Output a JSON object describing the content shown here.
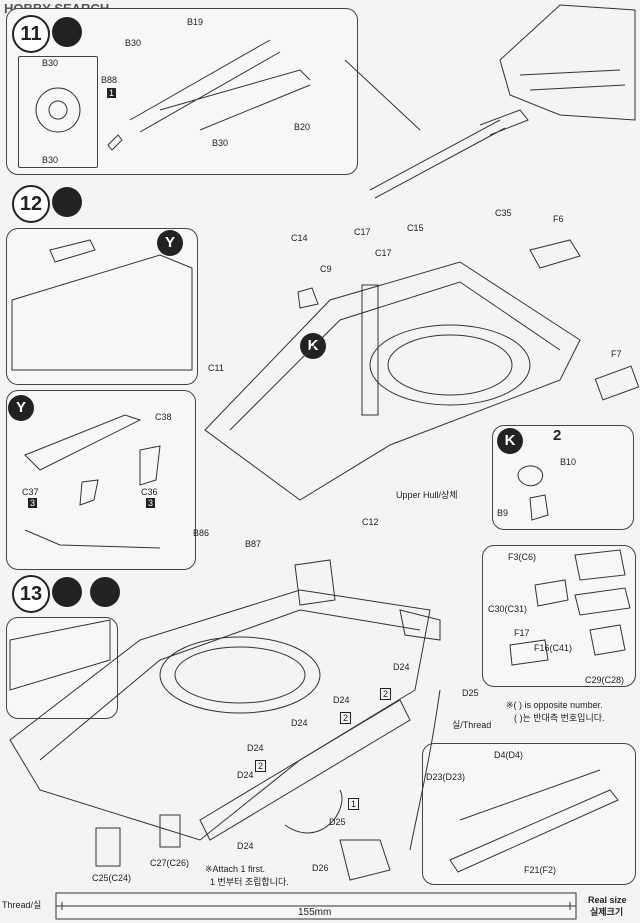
{
  "header": {
    "logo_text": "HOBBY SEARCH"
  },
  "steps": {
    "s11": "11",
    "s12": "12",
    "s13": "13"
  },
  "step11_labels": {
    "b19": "B19",
    "b30a": "B30",
    "b30b": "B30",
    "b30c": "B30",
    "b30d": "B30",
    "b88": "B88",
    "b20": "B20",
    "b88_count": "1"
  },
  "step12_labels": {
    "y_tag": "Y",
    "k_tag": "K",
    "c14": "C14",
    "c17a": "C17",
    "c17b": "C17",
    "c15": "C15",
    "c35": "C35",
    "f6": "F6",
    "c9": "C9",
    "c11": "C11",
    "f7": "F7",
    "c12": "C12",
    "b86": "B86",
    "b87": "B87",
    "upper_hull": "Upper Hull/상체",
    "y_detail_tag": "Y",
    "c38": "C38",
    "c37": "C37",
    "c36": "C36",
    "c37_count": "3",
    "c36_count": "3",
    "k_detail_tag": "K",
    "k_multiplier": "2",
    "b10": "B10",
    "b9": "B9"
  },
  "step13_labels": {
    "f3": "F3(C6)",
    "c30": "C30(C31)",
    "f17": "F17",
    "f16": "F16(C41)",
    "c29": "C29(C28)",
    "note_en": "※( ) is opposite number.",
    "note_kr": "( )는 반대측 번호입니다.",
    "d24_list": [
      "D24",
      "D24",
      "D24",
      "D24",
      "D24",
      "D24"
    ],
    "d24_counts": [
      "2",
      "2",
      "2"
    ],
    "d25a": "D25",
    "d25b": "D25",
    "d26": "D26",
    "thread_label": "실/Thread",
    "d4": "D4(D4)",
    "d23": "D23(D23)",
    "f21": "F21(F2)",
    "c25": "C25(C24)",
    "c27": "C27(C26)",
    "attach_en": "※Attach 1 first.",
    "attach_kr": "1 번부터 조립합니다.",
    "seq_mark": "1"
  },
  "footer": {
    "thread_label": "Thread/실",
    "measure": "155mm",
    "real_size_en": "Real size",
    "real_size_kr": "실제크기"
  }
}
